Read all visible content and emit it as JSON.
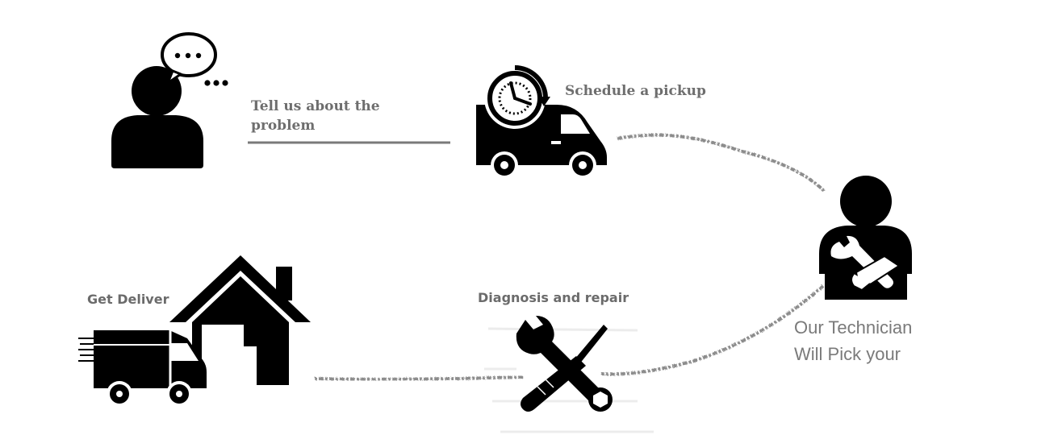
{
  "steps": {
    "tell": {
      "label": "Tell us about the problem",
      "line1": "Tell us about the",
      "line2": "problem"
    },
    "schedule": {
      "label": "Schedule a pickup"
    },
    "technician": {
      "line1": "Our Technician",
      "line2": "Will Pick your"
    },
    "repair": {
      "label": "Diagnosis and repair"
    },
    "deliver": {
      "label": "Get Deliver"
    }
  },
  "icons": {
    "customer": "person-speech-bubble-icon",
    "schedule": "van-clock-icon",
    "technician": "technician-wrench-icon",
    "repair": "wrench-screwdriver-icon",
    "deliver": "delivery-van-house-icon"
  },
  "colors": {
    "icon": "#000000",
    "text": "#6e6e6e",
    "path": "#8c8c8c"
  }
}
